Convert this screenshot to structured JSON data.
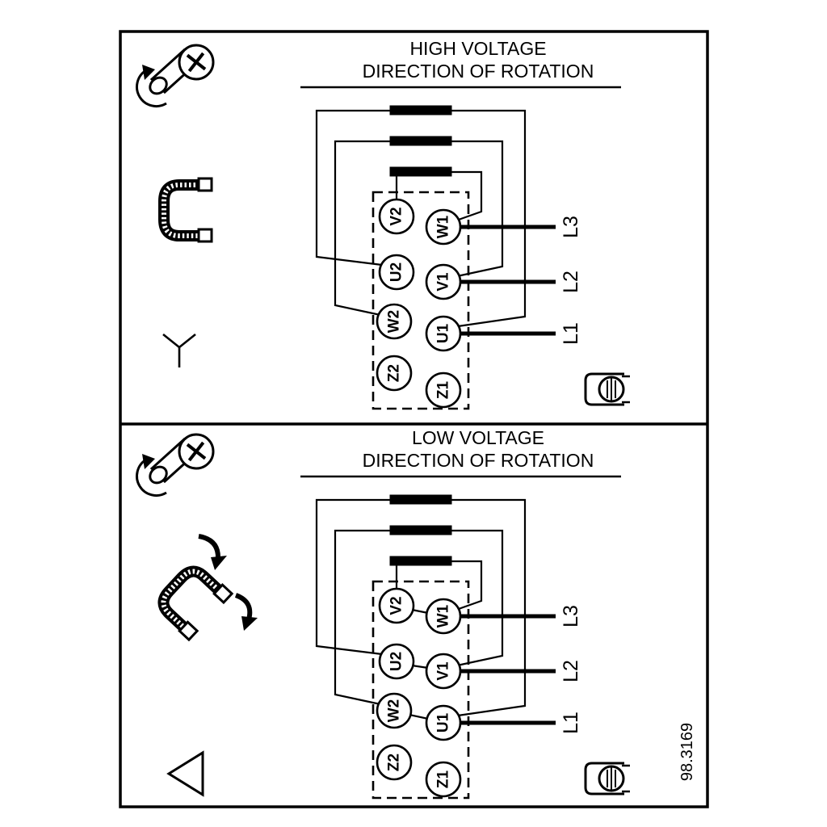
{
  "figure_number": "98.3169",
  "colors": {
    "line": "#000000",
    "background": "#ffffff"
  },
  "panels": [
    {
      "title": "HIGH VOLTAGE",
      "subtitle": "DIRECTION OF ROTATION",
      "connection": "star",
      "terminals_left": [
        "V2",
        "U2",
        "W2",
        "Z2"
      ],
      "terminals_right": [
        "W1",
        "V1",
        "U1",
        "Z1"
      ],
      "supply_lines": [
        "L3",
        "L2",
        "L1"
      ]
    },
    {
      "title": "LOW VOLTAGE",
      "subtitle": "DIRECTION OF ROTATION",
      "connection": "delta",
      "terminals_left": [
        "V2",
        "U2",
        "W2",
        "Z2"
      ],
      "terminals_right": [
        "W1",
        "V1",
        "U1",
        "Z1"
      ],
      "supply_lines": [
        "L3",
        "L2",
        "L1"
      ]
    }
  ]
}
